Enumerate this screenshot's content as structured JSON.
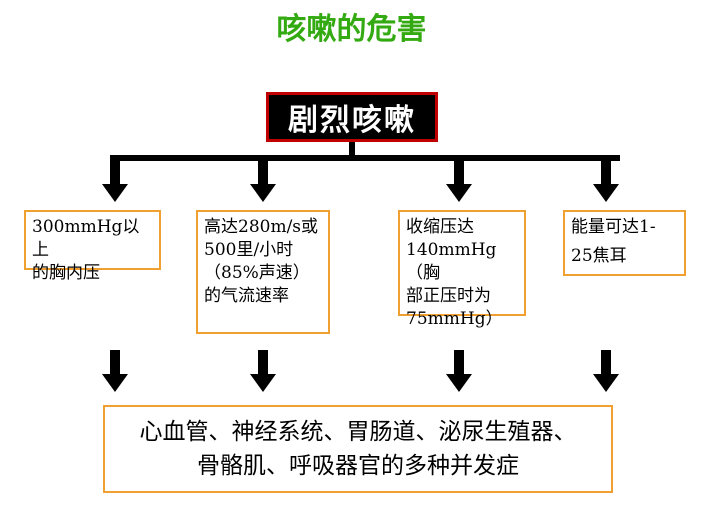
{
  "title": "咳嗽的危害",
  "root": "剧烈咳嗽",
  "effects": [
    {
      "lines": [
        "300mmHg以上",
        "的胸内压"
      ]
    },
    {
      "lines": [
        "高达280m/s或",
        "500里/小时",
        "（85%声速）",
        "的气流速率"
      ]
    },
    {
      "lines": [
        "收缩压达",
        "140mmHg（胸",
        "部正压时为",
        "75mmHg）"
      ]
    },
    {
      "lines": [
        "能量可达1-",
        "",
        "25焦耳"
      ]
    }
  ],
  "result": {
    "lines": [
      "心血管、神经系统、胃肠道、泌尿生殖器、",
      "骨骼肌、呼吸器官的多种并发症"
    ]
  }
}
